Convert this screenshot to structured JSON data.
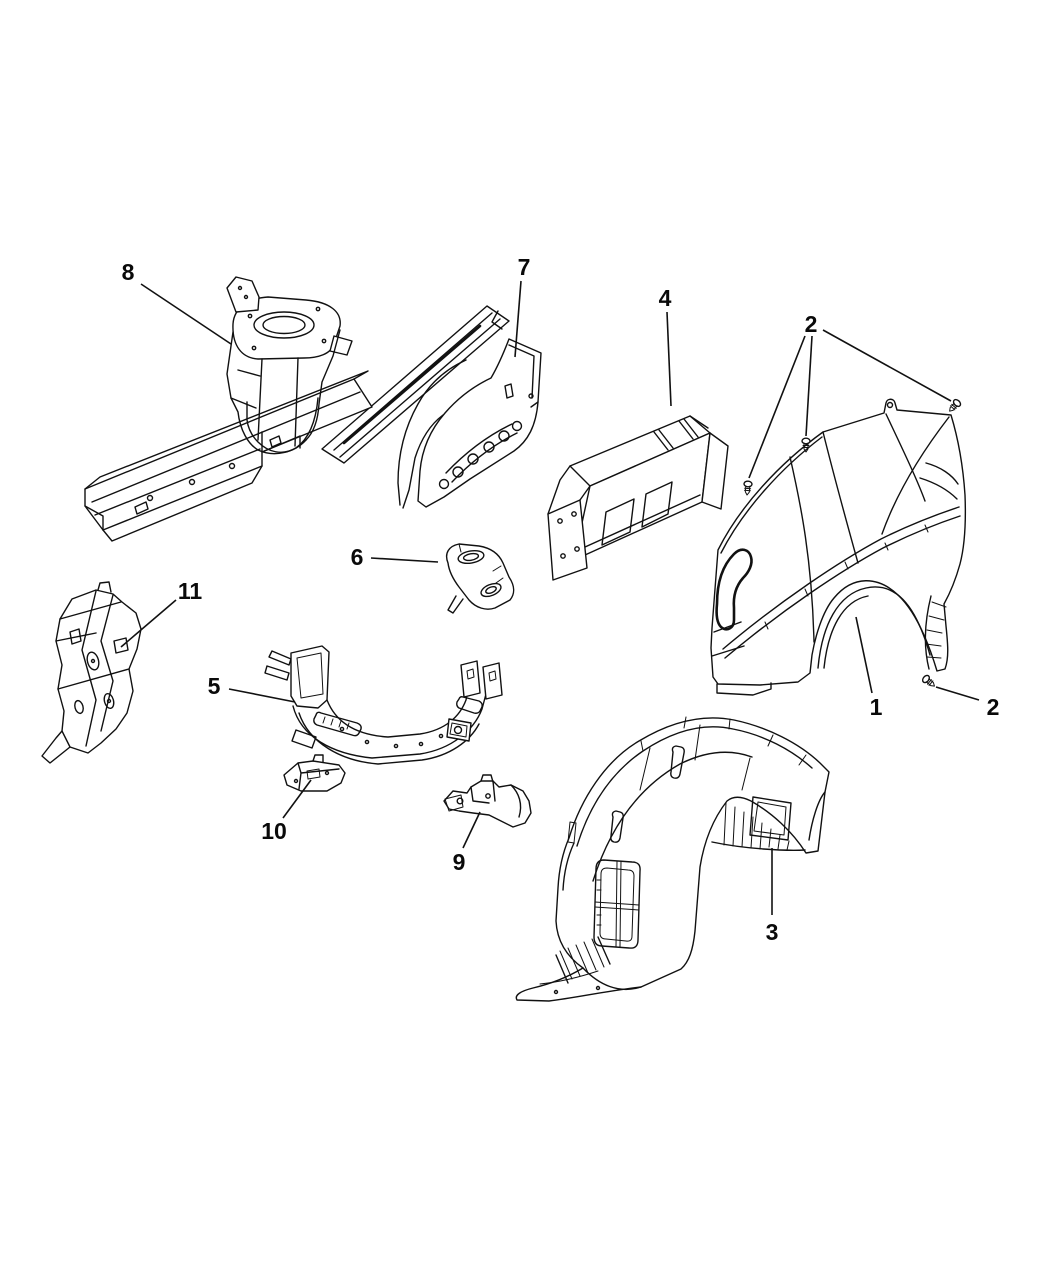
{
  "figure": {
    "type": "exploded-parts-diagram",
    "background_color": "#ffffff",
    "line_color": "#111111"
  },
  "callouts": [
    {
      "label": "8"
    },
    {
      "label": "7"
    },
    {
      "label": "4"
    },
    {
      "label": "2"
    },
    {
      "label": "1"
    },
    {
      "label": "2"
    },
    {
      "label": "11"
    },
    {
      "label": "5"
    },
    {
      "label": "6"
    },
    {
      "label": "10"
    },
    {
      "label": "9"
    },
    {
      "label": "3"
    }
  ]
}
